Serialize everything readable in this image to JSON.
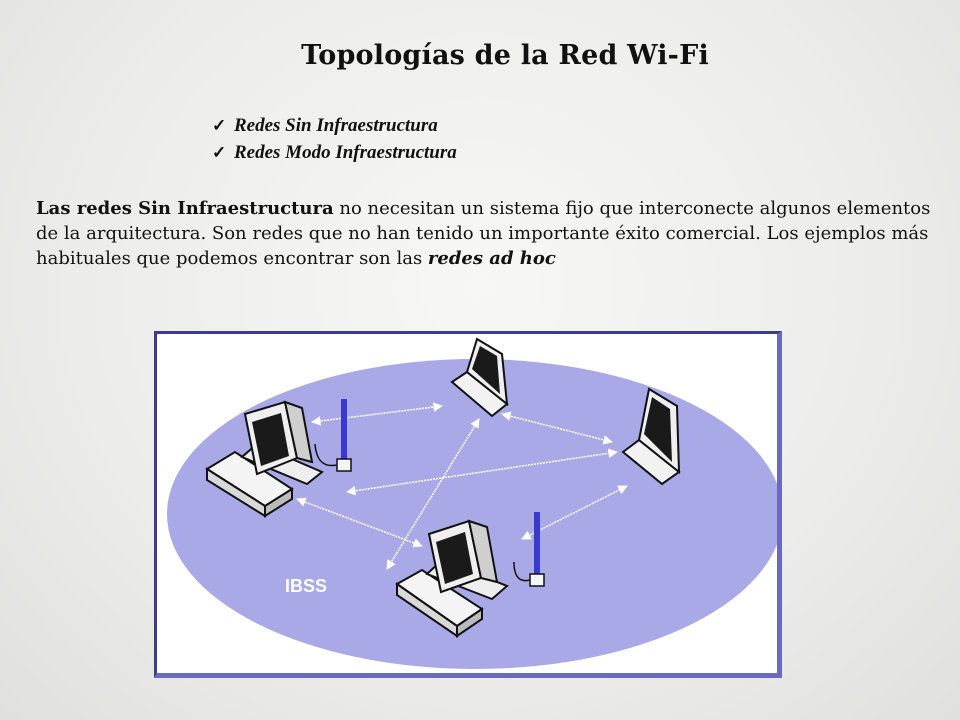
{
  "slide": {
    "title": "Topologías de la Red Wi-Fi",
    "bullets": [
      {
        "icon": "checkmark-icon",
        "text": "Redes Sin Infraestructura"
      },
      {
        "icon": "checkmark-icon",
        "text": "Redes Modo Infraestructura"
      }
    ],
    "paragraph": {
      "bold_lead": "Las redes Sin Infraestructura",
      "body": " no necesitan un sistema fijo que interconecte algunos elementos de la arquitectura. Son redes que no han tenido un importante éxito comercial. Los ejemplos más habituales  que podemos encontrar son las ",
      "italic_tail": "redes ad hoc"
    }
  },
  "figure": {
    "ellipse_label": "IBSS",
    "colors": {
      "ellipse_fill": "#a9a9e8",
      "frame": "#5050a8",
      "arrow": "#ffffff",
      "device_dark": "#1a1a1a",
      "device_light": "#f2f2f2"
    }
  }
}
